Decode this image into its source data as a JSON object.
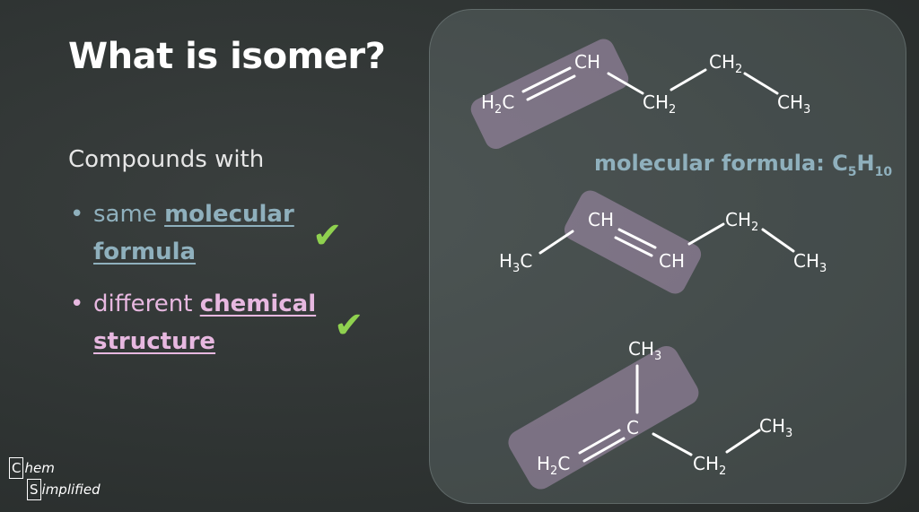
{
  "slide": {
    "title": "What is isomer?",
    "intro": "Compounds with",
    "bullets": [
      {
        "prefix": "same ",
        "highlight": "molecular formula",
        "color": "#8fb0bd"
      },
      {
        "prefix": "different ",
        "highlight": "chemical structure",
        "color": "#e7b8e0"
      }
    ],
    "check_glyph": "✔",
    "bullet_glyph": "•"
  },
  "formula": {
    "label": "molecular formula:",
    "c": "C",
    "c_sub": "5",
    "h": "H",
    "h_sub": "10"
  },
  "molecules": [
    {
      "atoms": [
        "H2C",
        "CH",
        "CH2",
        "CH2",
        "CH3"
      ]
    },
    {
      "atoms": [
        "H3C",
        "CH",
        "CH",
        "CH2",
        "CH3"
      ]
    },
    {
      "atoms": [
        "CH3",
        "C",
        "H2C",
        "CH2",
        "CH3"
      ]
    }
  ],
  "logo": {
    "line1_box": "C",
    "line1_text": "hem",
    "line2_box": "S",
    "line2_text": "implified"
  }
}
